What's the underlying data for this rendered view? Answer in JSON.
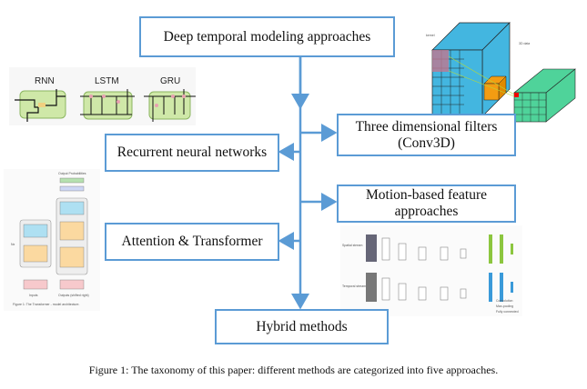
{
  "diagram": {
    "root": "Deep temporal modeling approaches",
    "branches": [
      {
        "label": "Recurrent neural networks",
        "side": "left"
      },
      {
        "label": "Three dimensional filters (Conv3D)",
        "side": "right"
      },
      {
        "label": "Motion-based feature approaches",
        "side": "right"
      },
      {
        "label": "Attention & Transformer",
        "side": "left"
      },
      {
        "label": "Hybrid methods",
        "side": "bottom"
      }
    ],
    "box_border_color": "#5b9bd5"
  },
  "illustrations": {
    "rnn": {
      "titles": [
        "RNN",
        "LSTM",
        "GRU"
      ]
    },
    "conv3d": {
      "kernel_label": "kernel",
      "data_label": "3D data"
    },
    "two_stream": {
      "streams": [
        "Spatial stream",
        "Temporal stream"
      ],
      "legend": [
        "Convolution",
        "Max-pooling",
        "Fully connected"
      ]
    },
    "transformer": {
      "caption": "Figure 1: The Transformer - model architecture.",
      "inputs": "Inputs",
      "outputs": "Outputs (shifted right)",
      "output_probs": "Output Probabilities",
      "nx": "Nx"
    }
  },
  "caption": "Figure 1: The taxonomy of this paper: different methods are categorized into five approaches."
}
